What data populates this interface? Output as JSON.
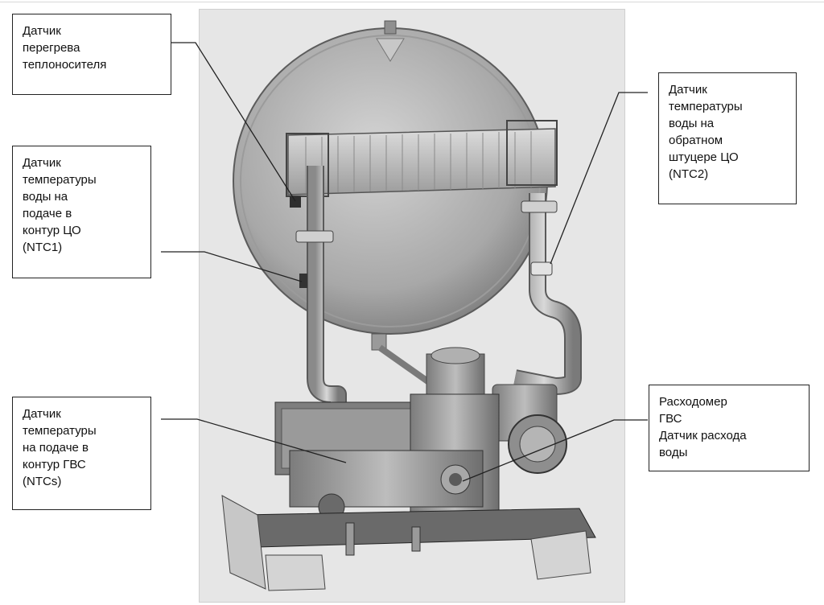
{
  "colors": {
    "panel": "#e6e6e6",
    "metal_light": "#c9c9c9",
    "metal_mid": "#9a9a9a",
    "metal_dark": "#5a5a5a",
    "leader": "#222222"
  },
  "callouts": {
    "overheat": {
      "lines": [
        "Датчик",
        "перегрева",
        "теплоносителя"
      ]
    },
    "ntc1": {
      "lines": [
        "Датчик",
        "температуры",
        "воды на",
        "подаче в",
        "контур ЦО",
        "(NTC1)"
      ]
    },
    "ntcs": {
      "lines": [
        "Датчик",
        "температуры",
        "на подаче в",
        "контур ГВС",
        "(NTCs)"
      ]
    },
    "ntc2": {
      "lines": [
        "Датчик",
        "температуры",
        "воды на",
        "обратном",
        "штуцере ЦО",
        "(NTC2)"
      ]
    },
    "flowmeter": {
      "lines": [
        "Расходомер",
        "ГВС",
        "Датчик расхода",
        "воды"
      ]
    }
  }
}
